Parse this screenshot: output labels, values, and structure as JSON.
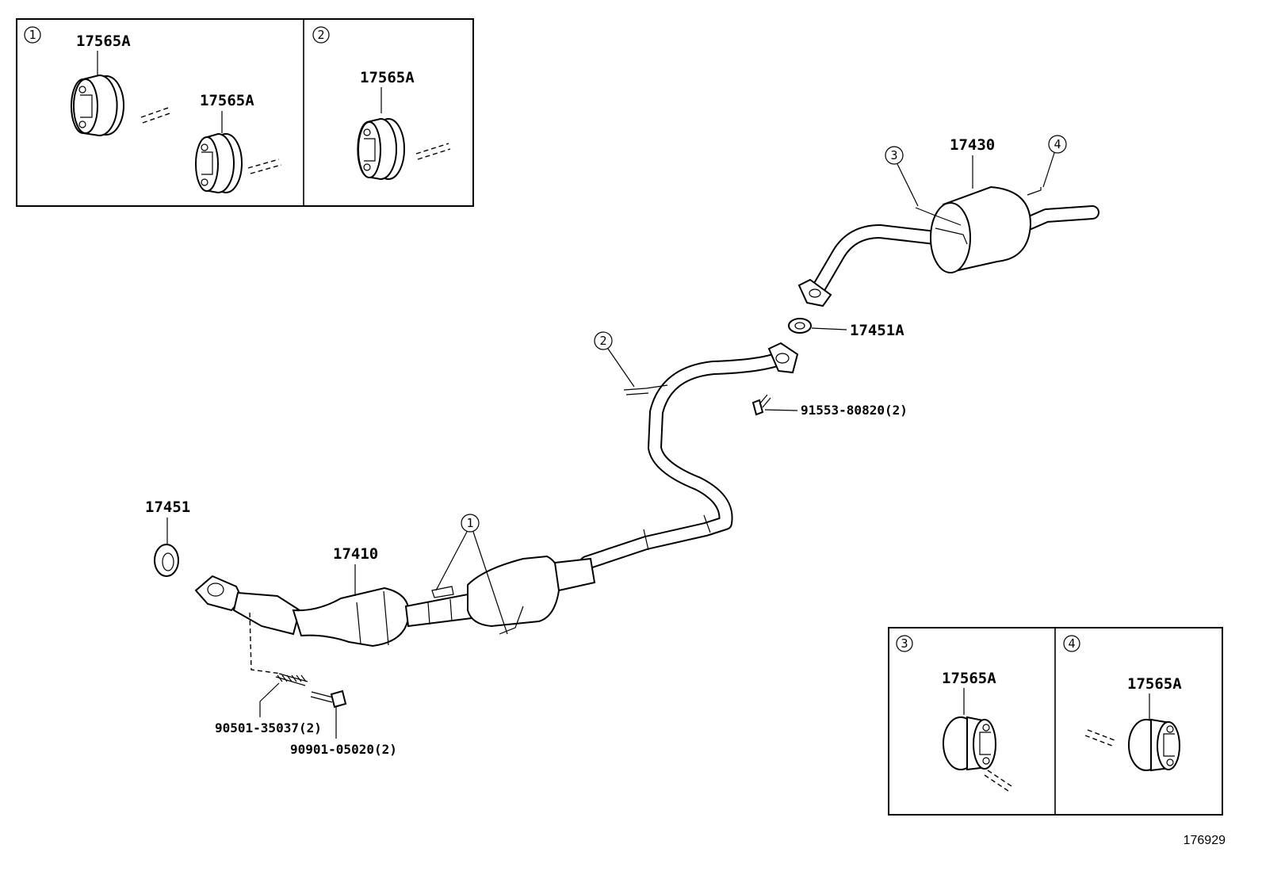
{
  "diagram": {
    "catalog_number": "176929",
    "callouts": {
      "c1": "1",
      "c2": "2",
      "c3": "3",
      "c4": "4"
    },
    "inset_1": {
      "ref": "1",
      "label_a": "17565A",
      "label_b": "17565A"
    },
    "inset_2": {
      "ref": "2",
      "label": "17565A"
    },
    "inset_3": {
      "ref": "3",
      "label": "17565A"
    },
    "inset_4": {
      "ref": "4",
      "label": "17565A"
    },
    "parts": {
      "muffler": "17430",
      "gasket_rear": "17451A",
      "bolt_rear": "91553-80820(2)",
      "gasket_front": "17451",
      "front_pipe": "17410",
      "spring": "90501-35037(2)",
      "bolt_front": "90901-05020(2)"
    }
  }
}
